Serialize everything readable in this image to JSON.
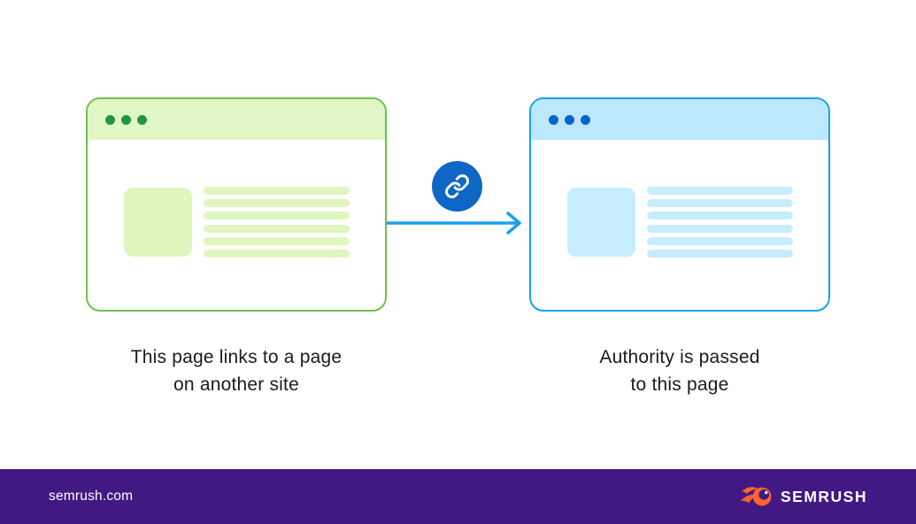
{
  "diagram": {
    "left_window": {
      "name": "source page window",
      "caption_line1": "This page links to a page",
      "caption_line2": "on another site",
      "dot_count": 3,
      "text_line_count": 6
    },
    "right_window": {
      "name": "target page window",
      "caption_line1": "Authority is passed",
      "caption_line2": "to this page",
      "dot_count": 3,
      "text_line_count": 6
    },
    "connector": {
      "icon": "link-icon",
      "direction": "left-to-right"
    }
  },
  "footer": {
    "site_label": "semrush.com",
    "logo_text": "SEMRUSH"
  },
  "colors": {
    "green-border": "#6CC24A",
    "green-header": "#E0F6C4",
    "green-dot": "#21963C",
    "green-fill": "#DFF6BE",
    "blue-border": "#18A0F0",
    "blue-header": "#BBE9FB",
    "blue-dot": "#0A63C8",
    "blue-fill": "#C5EDFD",
    "link-circle": "#0E66C5",
    "footer-purple": "#421983",
    "logo-orange": "#FF642D",
    "text-dark": "#1B1B1B"
  }
}
